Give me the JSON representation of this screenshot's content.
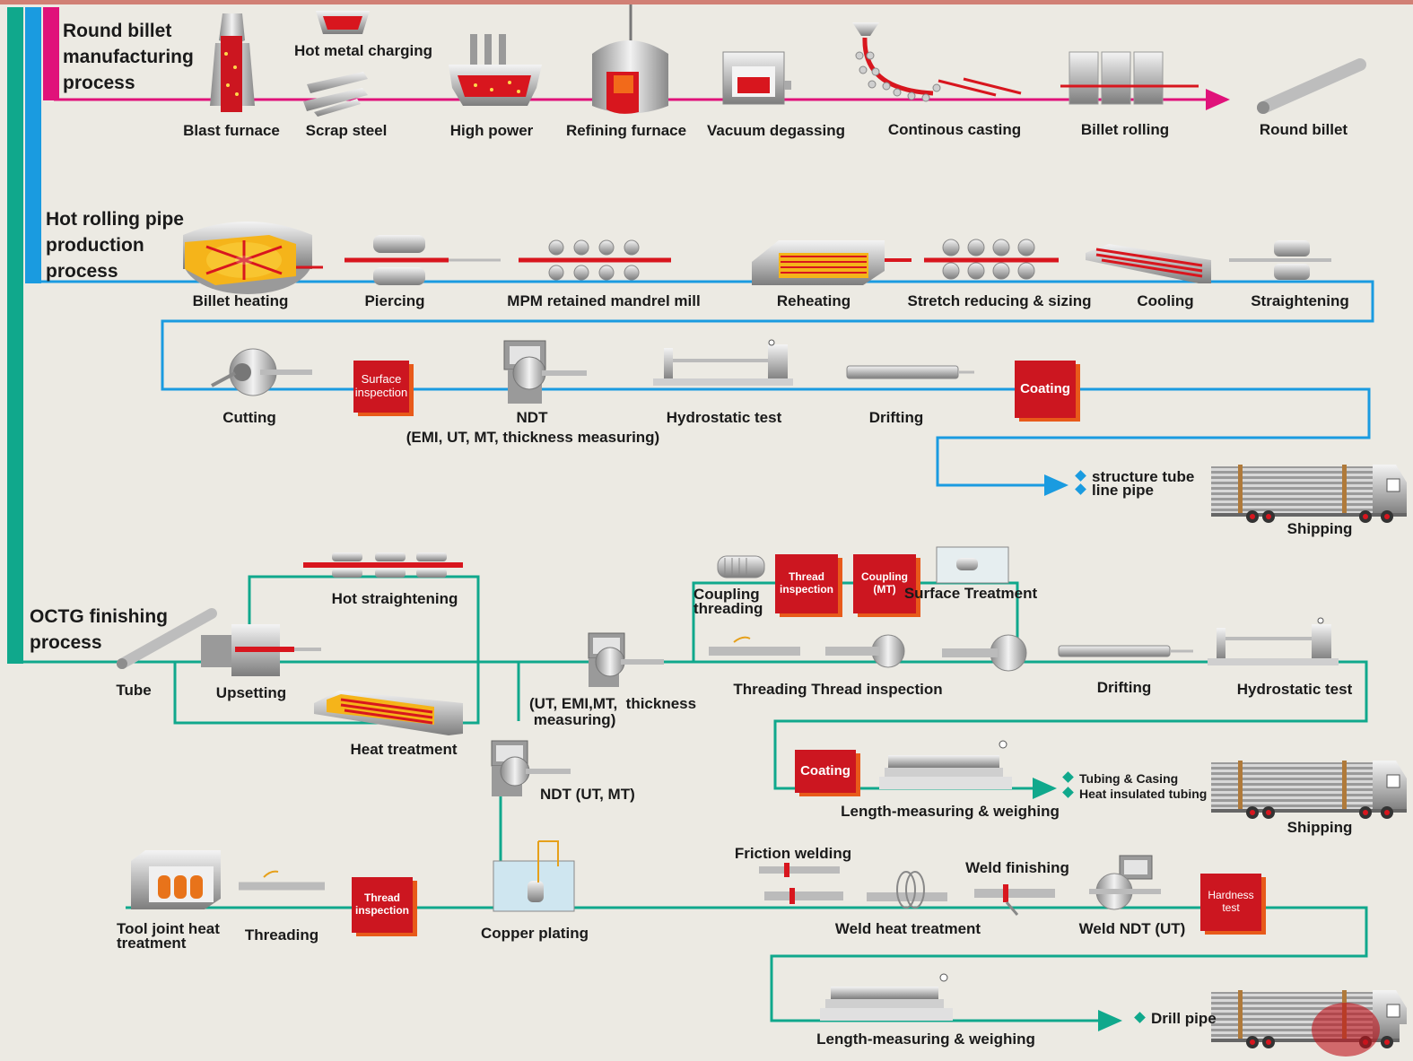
{
  "colors": {
    "billet_line": "#e0127a",
    "hot_rolling_line": "#1a9be0",
    "octg_line": "#10a88c",
    "box_red": "#cc1620",
    "box_shadow": "#e85a1a"
  },
  "sections": {
    "billet": "Round billet\nmanufacturing\nprocess",
    "hot_rolling": "Hot rolling pipe\nproduction\nprocess",
    "octg": "OCTG finishing\nprocess"
  },
  "billet_steps": {
    "blast_furnace": "Blast furnace",
    "hot_metal_charging": "Hot metal charging",
    "scrap_steel": "Scrap steel",
    "high_power": "High power",
    "refining_furnace": "Refining furnace",
    "vacuum_degassing": "Vacuum degassing",
    "continuous_casting": "Continous casting",
    "billet_rolling": "Billet rolling",
    "round_billet": "Round billet"
  },
  "hot_rolling_steps": {
    "billet_heating": "Billet heating",
    "piercing": "Piercing",
    "mpm": "MPM retained mandrel mill",
    "reheating": "Reheating",
    "stretch_reducing": "Stretch reducing & sizing",
    "cooling": "Cooling",
    "straightening": "Straightening",
    "cutting": "Cutting",
    "surface_inspection": "Surface\ninspection",
    "ndt": "NDT",
    "ndt_detail": "(EMI, UT, MT, thickness measuring)",
    "hydrostatic_test": "Hydrostatic test",
    "drifting": "Drifting",
    "coating": "Coating",
    "products": [
      "structure tube",
      "line pipe"
    ],
    "shipping": "Shipping"
  },
  "octg_steps": {
    "hot_straightening": "Hot straightening",
    "tube": "Tube",
    "upsetting": "Upsetting",
    "heat_treatment": "Heat treatment",
    "ndt_detail": "(UT, EMI,MT,  thickness\n measuring)",
    "coupling_threading": "Coupling\nthreading",
    "thread_inspection_box": "Thread\ninspection",
    "coupling_mt": "Coupling\n(MT)",
    "surface_treatment": "Surface\nTreatment",
    "threading_thread_inspection": "Threading Thread inspection",
    "drifting": "Drifting",
    "hydrostatic_test": "Hydrostatic test",
    "coating": "Coating",
    "length_measuring": "Length-measuring & weighing",
    "products": [
      "Tubing & Casing",
      "Heat insulated tubing"
    ],
    "shipping": "Shipping",
    "ndt_ut_mt": "NDT (UT, MT)"
  },
  "drill_steps": {
    "tool_joint_heat_treatment": "Tool joint heat\ntreatment",
    "threading": "Threading",
    "thread_inspection_box": "Thread\ninspection",
    "copper_plating": "Copper plating",
    "friction_welding": "Friction welding",
    "weld_heat_treatment": "Weld heat treatment",
    "weld_finishing": "Weld finishing",
    "weld_ndt": "Weld NDT (UT)",
    "hardness_test": "Hardness\ntest",
    "length_measuring": "Length-measuring & weighing",
    "product": "Drill pipe"
  }
}
